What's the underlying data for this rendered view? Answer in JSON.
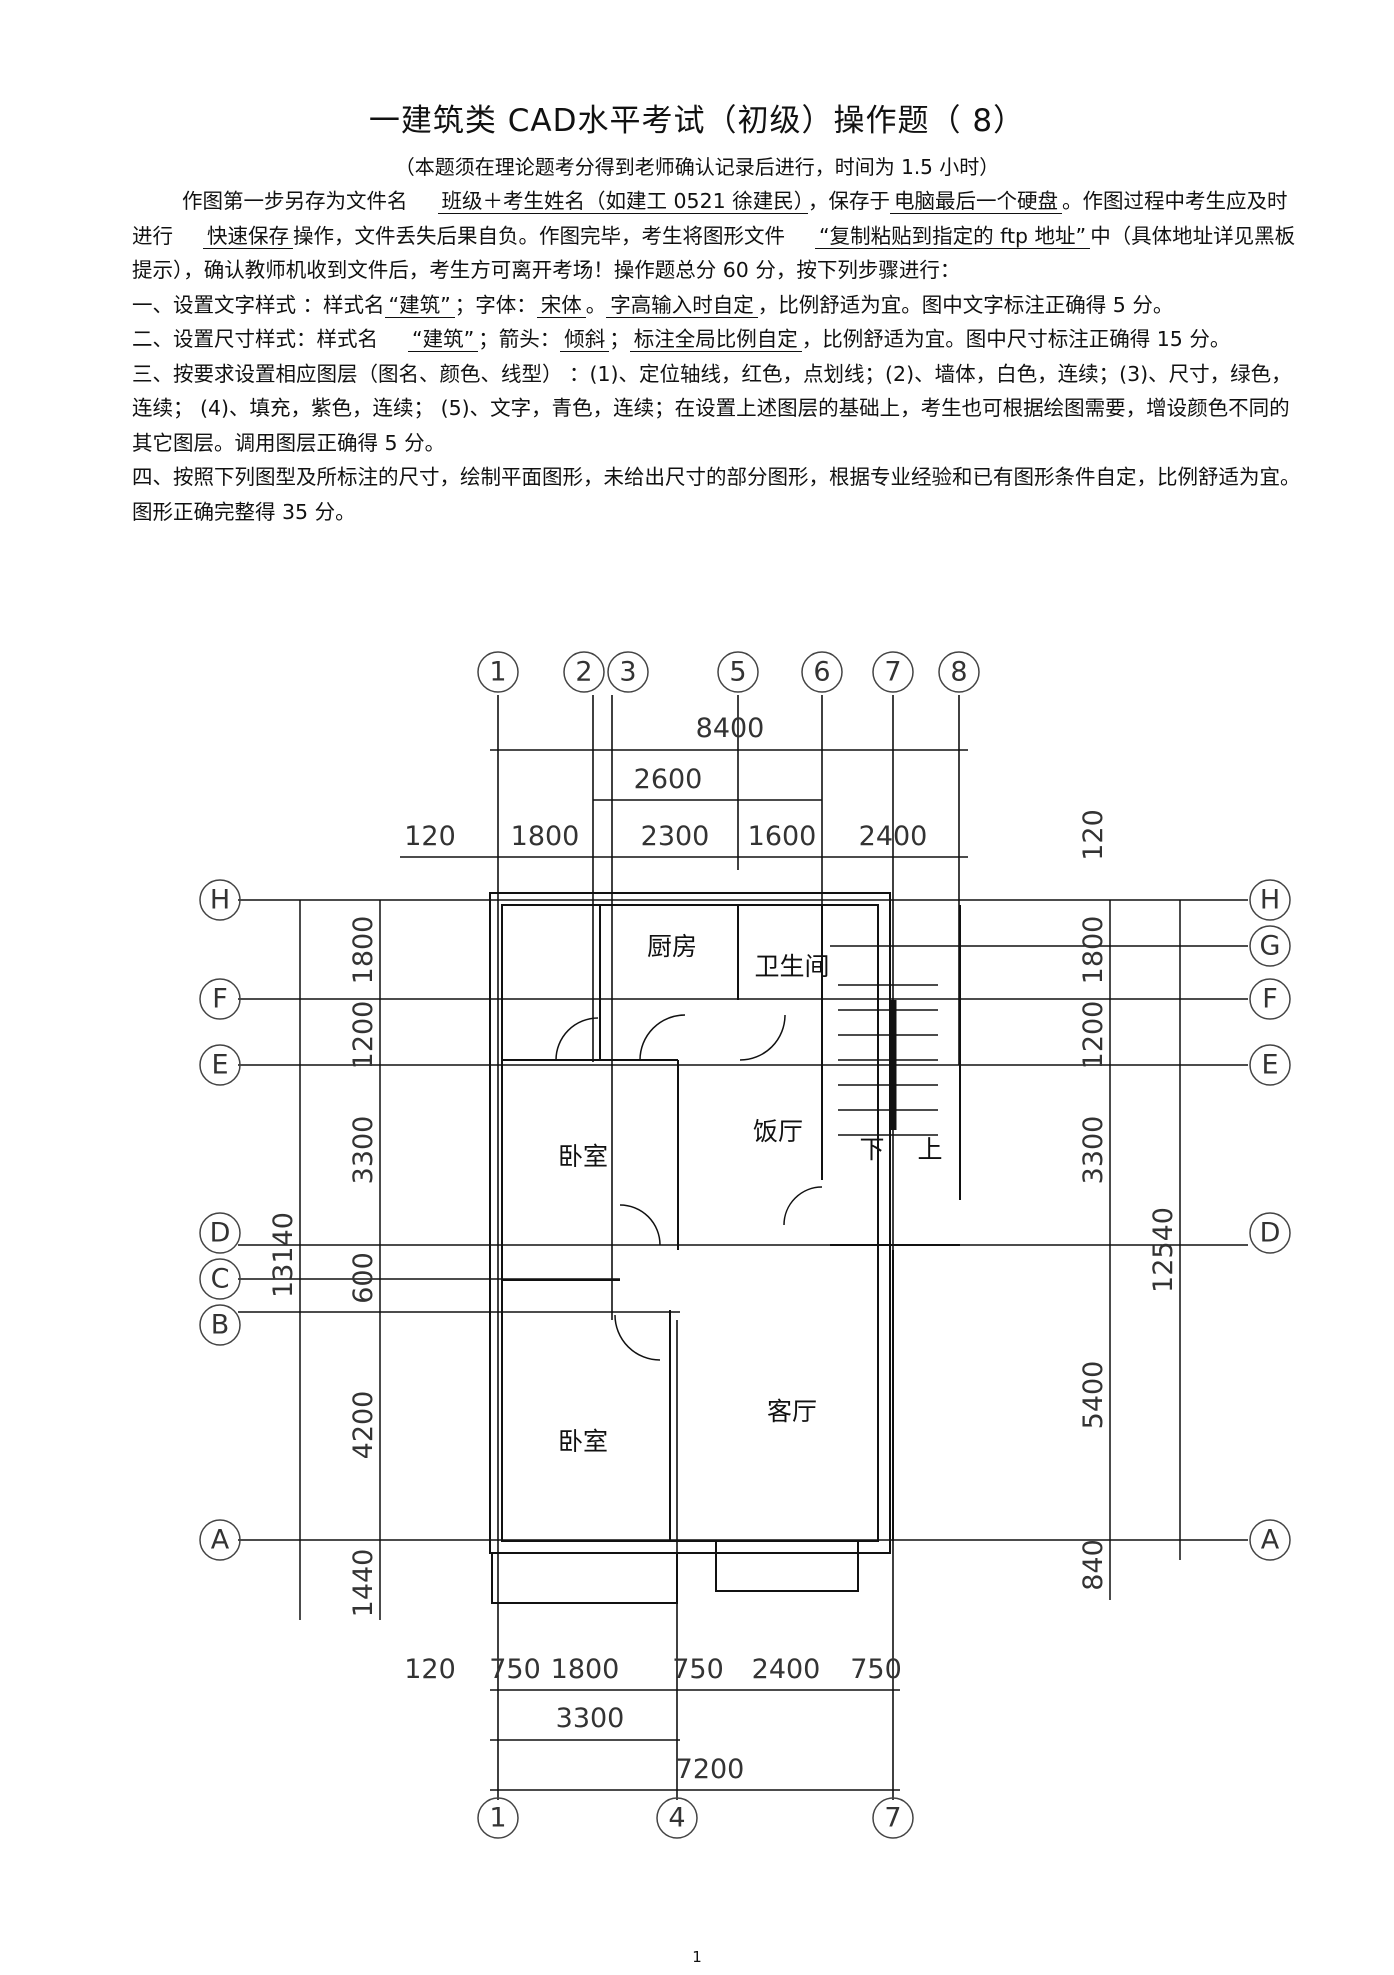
{
  "title": "一建筑类  CAD水平考试（初级）操作题（      8）",
  "subtitle": "（本题须在理论题考分得到老师确认记录后进行，时间为          1.5  小时）",
  "intro": {
    "p1_a": "作图第一步另存为文件名",
    "p1_filename": "班级＋考生姓名（如建工    0521 徐建民）",
    "p1_b": "，保存于",
    "p1_location": "电脑最后一个硬盘",
    "p1_c": "。作图过程中考生应及时进行",
    "p1_save": "快速保存",
    "p1_d": "操作，文件丢失后果自负。作图完毕，考生将图形文件",
    "p1_copy": "“复制粘贴到指定的 ftp  地址”",
    "p1_e": "中（具体地址详见黑板提示），确认教师机收到文件后，考生方可离开考场！操作题总分 60 分，按下列步骤进行："
  },
  "steps": {
    "s1_a": "一、设置文字样式 ：样式名",
    "s1_style": "“建筑”",
    "s1_b": "；字体：",
    "s1_font": "宋体",
    "s1_c": "。",
    "s1_height": "字高输入时自定",
    "s1_d": "，比例舒适为宜。图中文字标注正确得 5 分。",
    "s2_a": "二、设置尺寸样式：样式名",
    "s2_style": "“建筑”",
    "s2_b": "；箭头：",
    "s2_arrow": "倾斜",
    "s2_c": "；",
    "s2_scale": "标注全局比例自定",
    "s2_d": "，比例舒适为宜。图中尺寸标注正确得 15 分。",
    "s3": "三、按要求设置相应图层（图名、颜色、线型）   ：(1)、定位轴线，红色，点划线；(2)、墙体，白色，连续；(3)、尺寸，绿色，连续；  (4)、填充，紫色，连续；  (5)、文字，青色，连续；在设置上述图层的基础上，考生也可根据绘图需要，增设颜色不同的其它图层。调用图层正确得          5 分。",
    "s4": "四、按照下列图型及所标注的尺寸，绘制平面图形，未给出尺寸的部分图形，根据专业经验和已有图形条件自定，比例舒适为宜。图形正确完整得      35 分。"
  },
  "plan": {
    "axes_top": [
      "1",
      "2",
      "3",
      "5",
      "6",
      "7",
      "8"
    ],
    "axes_bottom": [
      "1",
      "4",
      "7"
    ],
    "axes_left": [
      "H",
      "F",
      "E",
      "D",
      "C",
      "B",
      "A"
    ],
    "axes_right": [
      "H",
      "G",
      "F",
      "E",
      "D",
      "A"
    ],
    "dims_top_overall": "8400",
    "dims_top_mid": "2600",
    "dims_top_parts": [
      "120",
      "1800",
      "2300",
      "1600",
      "2400"
    ],
    "dims_left_parts": [
      "1800",
      "1200",
      "3300",
      "600",
      "4200",
      "1440"
    ],
    "dims_left_overall": "13140",
    "dims_right_parts": [
      "120",
      "1800",
      "1200",
      "3300",
      "5400",
      "840"
    ],
    "dims_right_overall": "12540",
    "dims_bottom_parts": [
      "120",
      "750",
      "1800",
      "750",
      "2400",
      "750"
    ],
    "dims_bottom_mid": "3300",
    "dims_bottom_overall": "7200",
    "rooms": {
      "kitchen": "厨房",
      "bathroom": "卫生间",
      "dining": "饭厅",
      "bedroom1": "卧室",
      "bedroom2": "卧室",
      "living": "客厅",
      "stair_down": "下",
      "stair_up": "上"
    }
  },
  "page_number": "1"
}
